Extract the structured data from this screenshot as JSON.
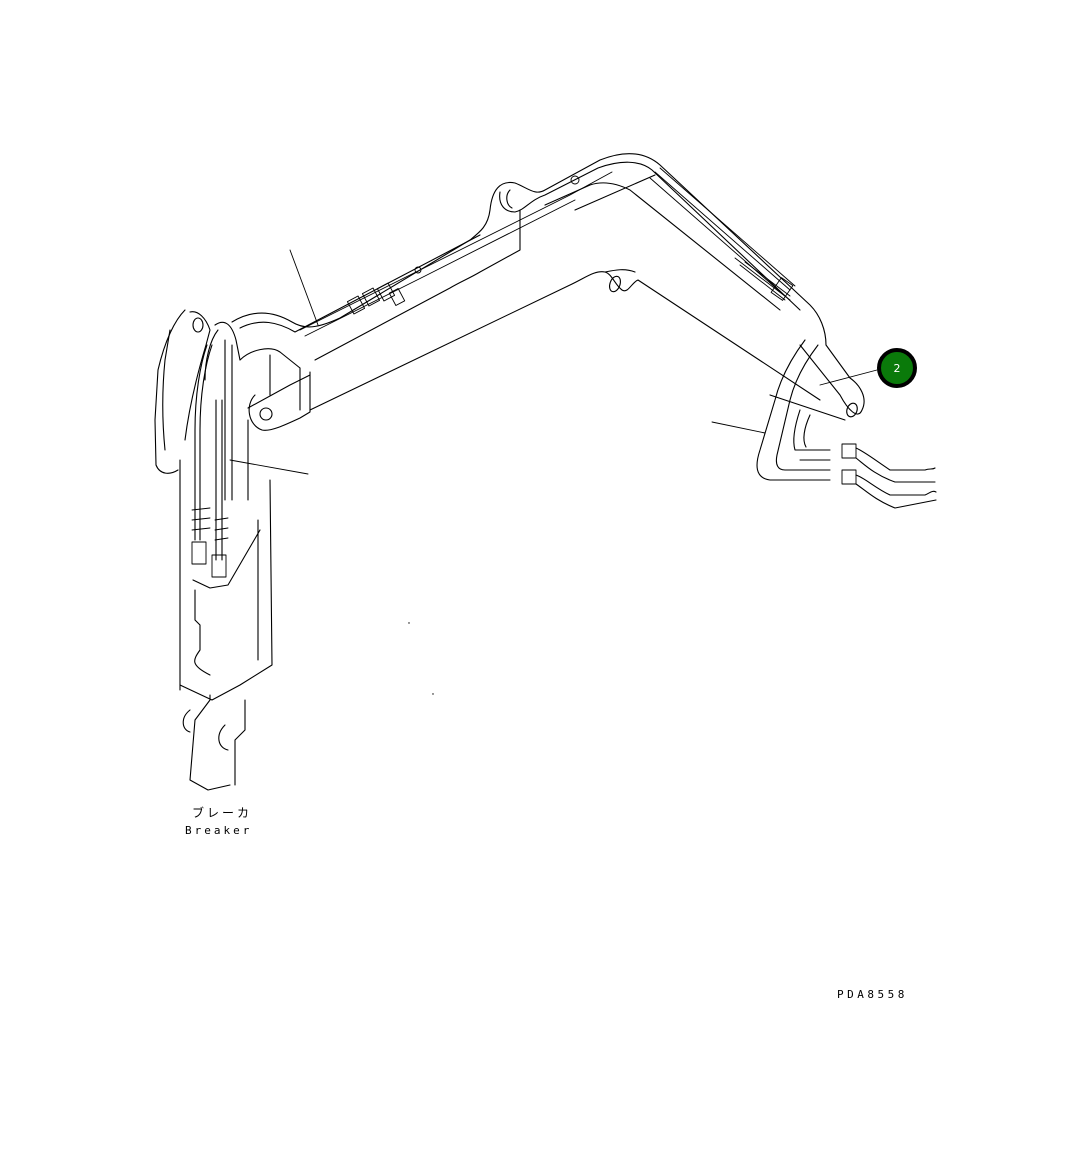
{
  "diagram": {
    "callouts": [
      {
        "number": "2",
        "color": "#0a7a0a"
      }
    ],
    "labels": {
      "breaker_jp": "ブレーカ",
      "breaker_en": "Breaker"
    },
    "drawing_id": "PDA8558"
  }
}
